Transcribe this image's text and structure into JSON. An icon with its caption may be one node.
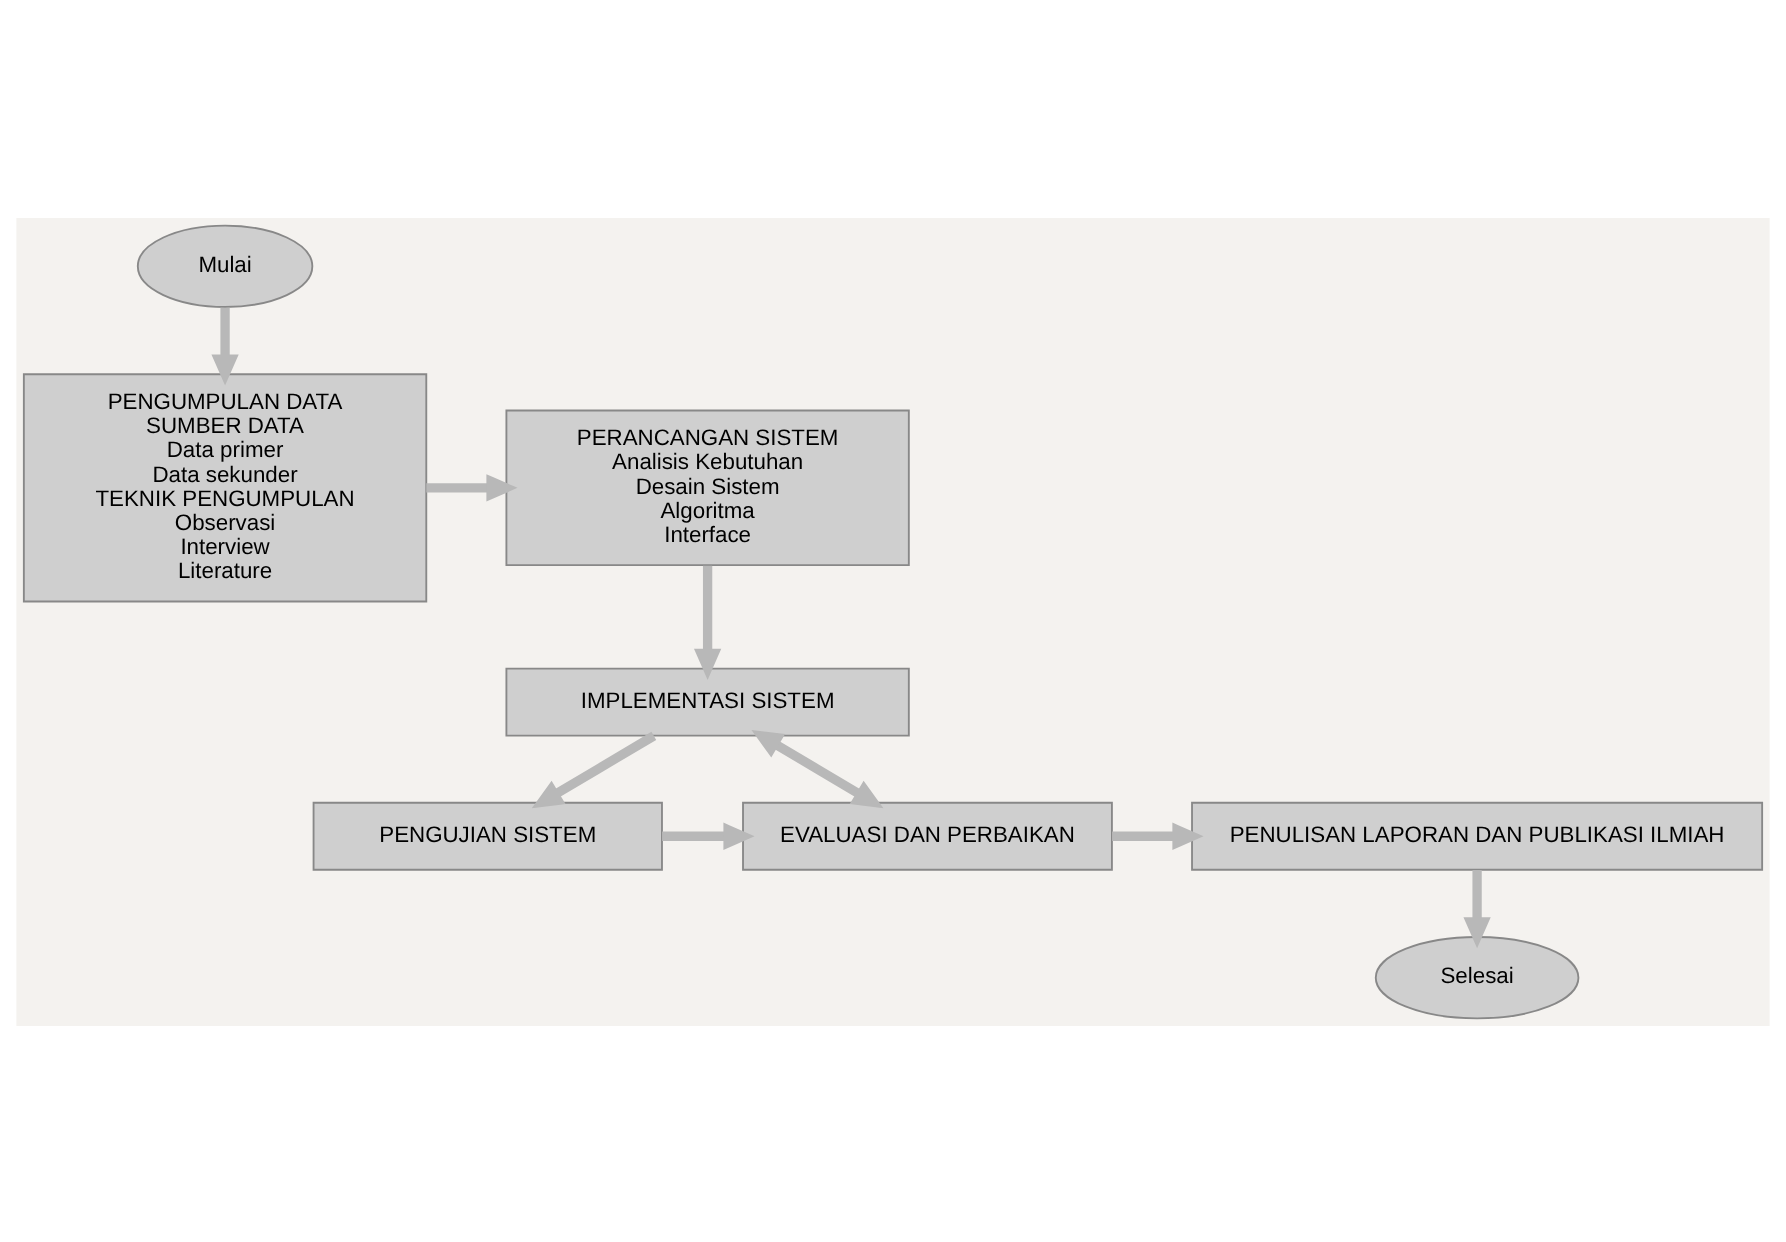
{
  "diagram": {
    "nodes": [
      {
        "text": [
          "Mulai"
        ]
      },
      {
        "text": [
          "PENGUMPULAN DATA",
          "SUMBER DATA",
          "Data primer",
          "Data sekunder",
          "TEKNIK PENGUMPULAN",
          "Observasi",
          "Interview",
          "Literature"
        ]
      },
      {
        "text": [
          "PERANCANGAN SISTEM",
          "Analisis Kebutuhan",
          "Desain Sistem",
          "Algoritma",
          "Interface"
        ]
      },
      {
        "text": [
          "IMPLEMENTASI SISTEM"
        ]
      },
      {
        "text": [
          "PENGUJIAN SISTEM"
        ]
      },
      {
        "text": [
          "EVALUASI DAN PERBAIKAN"
        ]
      },
      {
        "text": [
          "PENULISAN LAPORAN DAN PUBLIKASI ILMIAH"
        ]
      },
      {
        "text": [
          "Selesai"
        ]
      }
    ],
    "edges": [
      {
        "from": 0,
        "to": 1,
        "arrow": "to"
      },
      {
        "from": 1,
        "to": 2,
        "arrow": "to"
      },
      {
        "from": 2,
        "to": 3,
        "arrow": "to"
      },
      {
        "from": 3,
        "to": 4,
        "arrow": "to"
      },
      {
        "from": 4,
        "to": 5,
        "arrow": "to"
      },
      {
        "from": 3,
        "to": 5,
        "arrow": "both"
      },
      {
        "from": 5,
        "to": 6,
        "arrow": "to"
      },
      {
        "from": 6,
        "to": 7,
        "arrow": "to"
      }
    ]
  }
}
